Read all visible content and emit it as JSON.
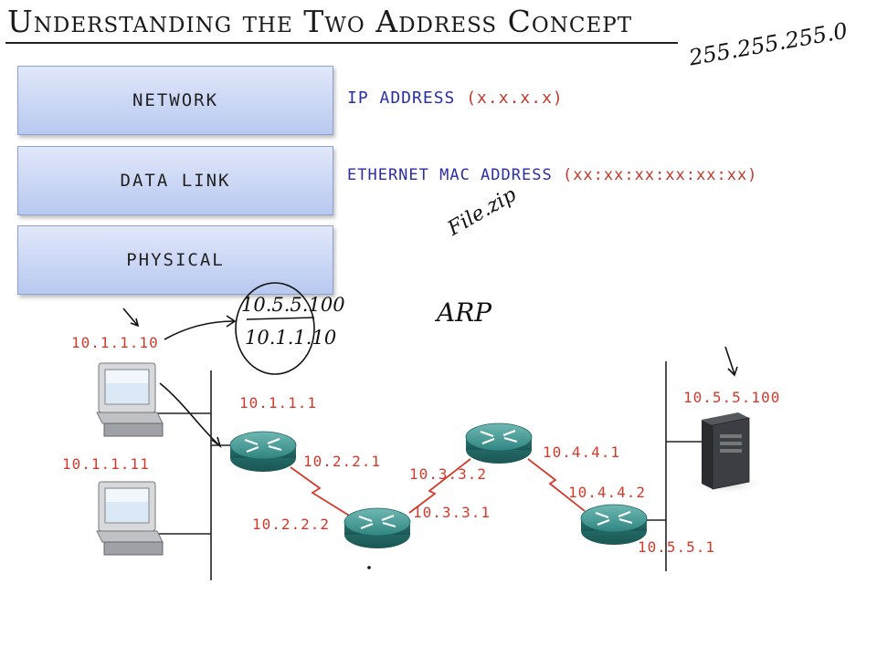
{
  "title": "Understanding the Two Address Concept",
  "layers": [
    {
      "label": "NETWORK",
      "address": "IP ADDRESS",
      "format": "(x.x.x.x)"
    },
    {
      "label": "DATA LINK",
      "address": "ETHERNET MAC ADDRESS",
      "format": "(xx:xx:xx:xx:xx:xx)"
    },
    {
      "label": "PHYSICAL"
    }
  ],
  "annotations": {
    "mask": "255.255.255.0",
    "file": "File.zip",
    "arp": "ARP",
    "packet_top": "10.5.5.100",
    "packet_bottom": "10.1.1.10"
  },
  "ips": {
    "host1": "10.1.1.10",
    "host2": "10.1.1.11",
    "r1_lan": "10.1.1.1",
    "r1_wan": "10.2.2.1",
    "r2_left": "10.2.2.2",
    "r2_right": "10.3.3.1",
    "r3_left": "10.3.3.2",
    "r3_right": "10.4.4.1",
    "r4_left": "10.4.4.2",
    "r4_lan": "10.5.5.1",
    "server": "10.5.5.100"
  }
}
